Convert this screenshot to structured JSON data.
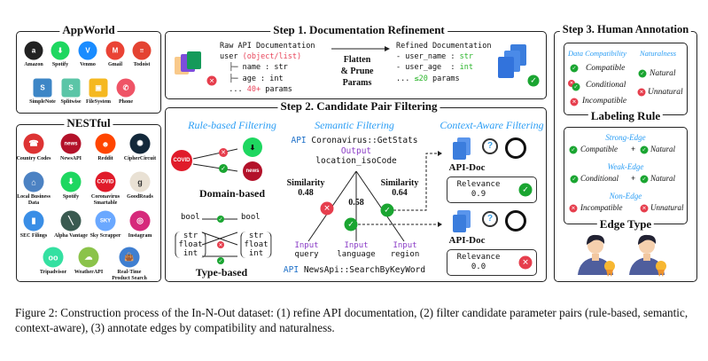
{
  "appworld": {
    "title": "AppWorld",
    "apps": [
      {
        "name": "Amazon",
        "glyph": "a",
        "color": "#222"
      },
      {
        "name": "Spotify",
        "glyph": "⬇",
        "color": "#1ed760"
      },
      {
        "name": "Venmo",
        "glyph": "V",
        "color": "#1a8cff"
      },
      {
        "name": "Gmail",
        "glyph": "M",
        "color": "#ea4335"
      },
      {
        "name": "Todoist",
        "glyph": "≡",
        "color": "#e44332"
      },
      {
        "name": "SimpleNote",
        "glyph": "S",
        "color": "#3d86c6"
      },
      {
        "name": "Splitwise",
        "glyph": "S",
        "color": "#5bc5a7"
      },
      {
        "name": "FileSystem",
        "glyph": "▣",
        "color": "#f5b820"
      },
      {
        "name": "Phone",
        "glyph": "✆",
        "color": "#ef5466"
      }
    ]
  },
  "nestful": {
    "title": "NESTful",
    "apps": [
      {
        "name": "Country Codes",
        "glyph": "☎",
        "color": "#d33"
      },
      {
        "name": "NewsAPI",
        "glyph": "news",
        "color": "#b3122a"
      },
      {
        "name": "Reddit",
        "glyph": "☻",
        "color": "#ff4500"
      },
      {
        "name": "CipherCircuit",
        "glyph": "✺",
        "color": "#13283a"
      },
      {
        "name": "Local Business Data",
        "glyph": "⌂",
        "color": "#4c82c3"
      },
      {
        "name": "Spotify",
        "glyph": "⬇",
        "color": "#1ed760"
      },
      {
        "name": "Coronavirus Smartable",
        "glyph": "COVID",
        "color": "#e01b2a"
      },
      {
        "name": "GoodReads",
        "glyph": "g",
        "color": "#e9e1d4"
      },
      {
        "name": "SEC Filings",
        "glyph": "▮",
        "color": "#3a8ee6"
      },
      {
        "name": "Alpha Vantage",
        "glyph": "╲",
        "color": "#3a5a50"
      },
      {
        "name": "Sky Scrapper",
        "glyph": "SKY",
        "color": "#6aa8ff"
      },
      {
        "name": "Instagram",
        "glyph": "◎",
        "color": "#d6297b"
      },
      {
        "name": "Tripadvisor",
        "glyph": "oo",
        "color": "#34e0a1"
      },
      {
        "name": "WeatherAPI",
        "glyph": "☁",
        "color": "#8bc34a"
      },
      {
        "name": "Real-Time Product Search",
        "glyph": "👜",
        "color": "#3f7fd1"
      }
    ]
  },
  "step1": {
    "title": "Step 1. Documentation Refinement",
    "raw_heading": "Raw API Documentation",
    "raw_obj": "user",
    "raw_type": "(object/list)",
    "raw_lines": [
      "  ├─ name : str",
      "  ├─ age : int"
    ],
    "raw_more_prefix": "  ... ",
    "raw_more_count": "40+",
    "raw_more_suffix": " params",
    "operation": [
      "Flatten",
      "& Prune",
      "Params"
    ],
    "refined_heading": "Refined Documentation",
    "refined_lines": [
      {
        "name": "- user_name : ",
        "type": "str"
      },
      {
        "name": "- user_age  : ",
        "type": "int"
      }
    ],
    "refined_more_prefix": "... ",
    "refined_more_count": "≤20",
    "refined_more_suffix": " params"
  },
  "step2": {
    "title": "Step 2.  Candidate Pair Filtering",
    "rule": {
      "title": "Rule-based Filtering",
      "domain_label": "Domain-based",
      "type_label": "Type-based",
      "bool": "bool",
      "types": [
        "str",
        "float",
        "int"
      ]
    },
    "semantic": {
      "title": "Semantic Filtering",
      "api_kw": "API",
      "source_api": "Coronavirus::GetStats",
      "output_kw": "Output",
      "output_param": "location_isoCode",
      "edges": [
        {
          "label": "Similarity",
          "score": "0.48",
          "input": "query",
          "pass": false
        },
        {
          "label": "",
          "score": "0.58",
          "input": "language",
          "pass": true
        },
        {
          "label": "Similarity",
          "score": "0.64",
          "input": "region",
          "pass": true
        }
      ],
      "input_kw": "Input",
      "target_api": "NewsApi::SearchByKeyWord"
    },
    "context": {
      "title": "Context-Aware Filtering",
      "items": [
        {
          "doc_label": "API-Doc",
          "relevance_label": "Relevance",
          "relevance": "0.9",
          "pass": true
        },
        {
          "doc_label": "API-Doc",
          "relevance_label": "Relevance",
          "relevance": "0.0",
          "pass": false
        }
      ]
    }
  },
  "step3": {
    "title": "Step 3.  Human Annotation",
    "rule_title": "Labeling Rule",
    "compat_header": "Data Compatibility",
    "natural_header": "Naturalness",
    "compat": [
      "Compatible",
      "Conditional",
      "Incompatible"
    ],
    "natural": [
      "Natural",
      "Unnatural"
    ],
    "edge_title": "Edge Type",
    "edges": [
      {
        "name": "Strong-Edge",
        "a": "Compatible",
        "b": "Natural",
        "joiner": "+"
      },
      {
        "name": "Weak-Edge",
        "a": "Conditional",
        "b": "Natural",
        "joiner": "+"
      },
      {
        "name": "Non-Edge",
        "a": "Incompatible",
        "b": "Unnatural",
        "joiner": ""
      }
    ]
  },
  "caption": "Figure 2: Construction process of the In-N-Out dataset: (1) refine API documentation, (2) filter candidate parameter pairs (rule-based, semantic, context-aware), (3) annotate edges by compatibility and naturalness.",
  "colors": {
    "accent": "#2a9df4",
    "pass": "#1aa531",
    "fail": "#e63e4d",
    "input": "#8a3cc6"
  }
}
